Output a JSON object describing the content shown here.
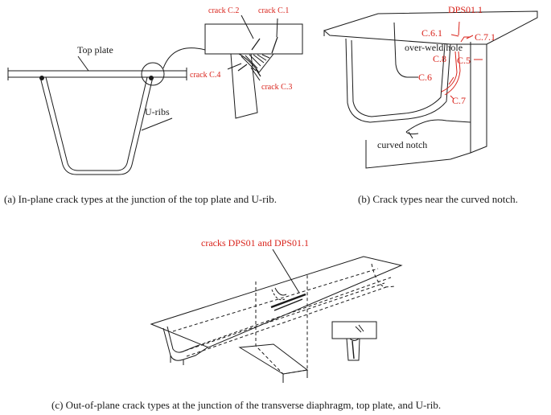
{
  "panel_a": {
    "label_top_plate": "Top plate",
    "label_u_ribs": "U-ribs",
    "crack_c2": "crack C.2",
    "crack_c1": "crack C.1",
    "crack_c4": "crack C.4",
    "crack_c3": "crack C.3",
    "caption": "(a) In-plane crack types at the junction of the top plate and U-rib."
  },
  "panel_b": {
    "dps011": "DPS01.1",
    "c61": "C.6.1",
    "c71": "C.7.1",
    "over_weld_hole": "over-weld hole",
    "c8": "C.8",
    "c5": "C.5",
    "c6": "C.6",
    "c7": "C.7",
    "curved_notch": "curved notch",
    "caption": "(b) Crack types near the curved notch."
  },
  "panel_c": {
    "cracks_label": "cracks DPS01 and DPS01.1",
    "caption": "(c) Out-of-plane crack types at the junction of the transverse diaphragm, top plate, and U-rib."
  }
}
